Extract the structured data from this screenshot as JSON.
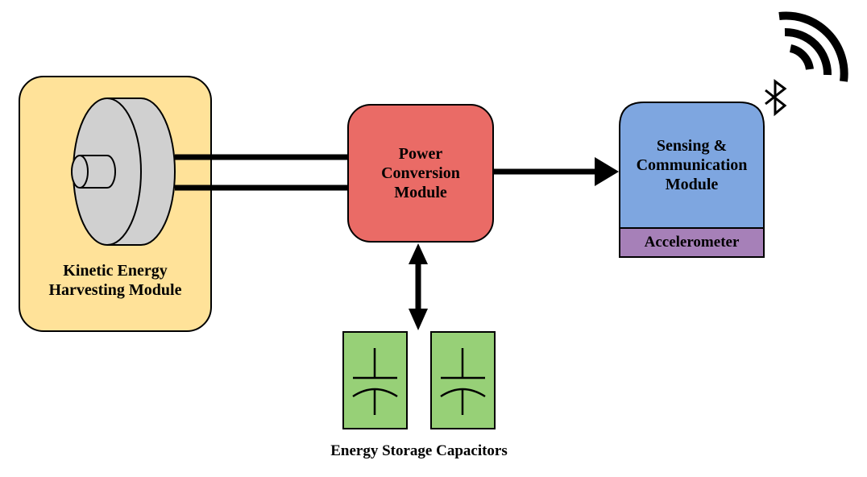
{
  "modules": {
    "harvester": {
      "label": "Kinetic Energy\nHarvesting Module",
      "fill": "#FFE299"
    },
    "power_conversion": {
      "label": "Power\nConversion\nModule",
      "fill": "#EA6B66"
    },
    "sensing": {
      "label": "Sensing &\nCommunication\nModule",
      "fill": "#7EA6E0"
    },
    "accelerometer": {
      "label": "Accelerometer",
      "fill": "#A680B8"
    },
    "storage": {
      "label": "Energy Storage Capacitors",
      "fill": "#97D077"
    }
  },
  "icons": {
    "generator": "generator-icon",
    "capacitor": "capacitor-icon",
    "bluetooth": "bluetooth-icon",
    "wireless": "wireless-signal-icon"
  },
  "colors": {
    "stroke": "#000000",
    "generator_body": "#D0D0D0"
  }
}
